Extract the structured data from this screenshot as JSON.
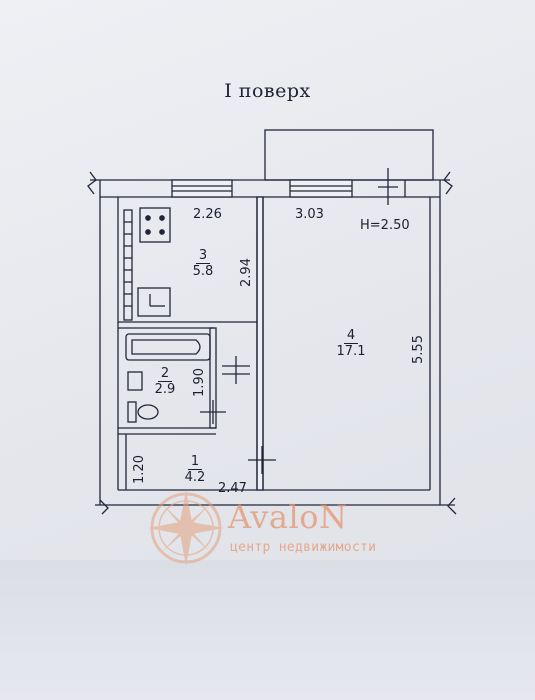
{
  "title": "I поверх",
  "height_note": "Н=2.50",
  "dimensions": {
    "kitchen_width": "2.26",
    "room_width": "3.03",
    "kitchen_depth": "2.94",
    "room_depth": "5.55",
    "bath_depth": "1.90",
    "hall_depth": "1.20",
    "hall_width": "2.47"
  },
  "rooms": [
    {
      "number": "3",
      "area": "5.8"
    },
    {
      "number": "4",
      "area": "17.1"
    },
    {
      "number": "2",
      "area": "2.9"
    },
    {
      "number": "1",
      "area": "4.2"
    }
  ],
  "watermark": {
    "brand": "AvaloN",
    "tagline": "центр недвижимости"
  }
}
